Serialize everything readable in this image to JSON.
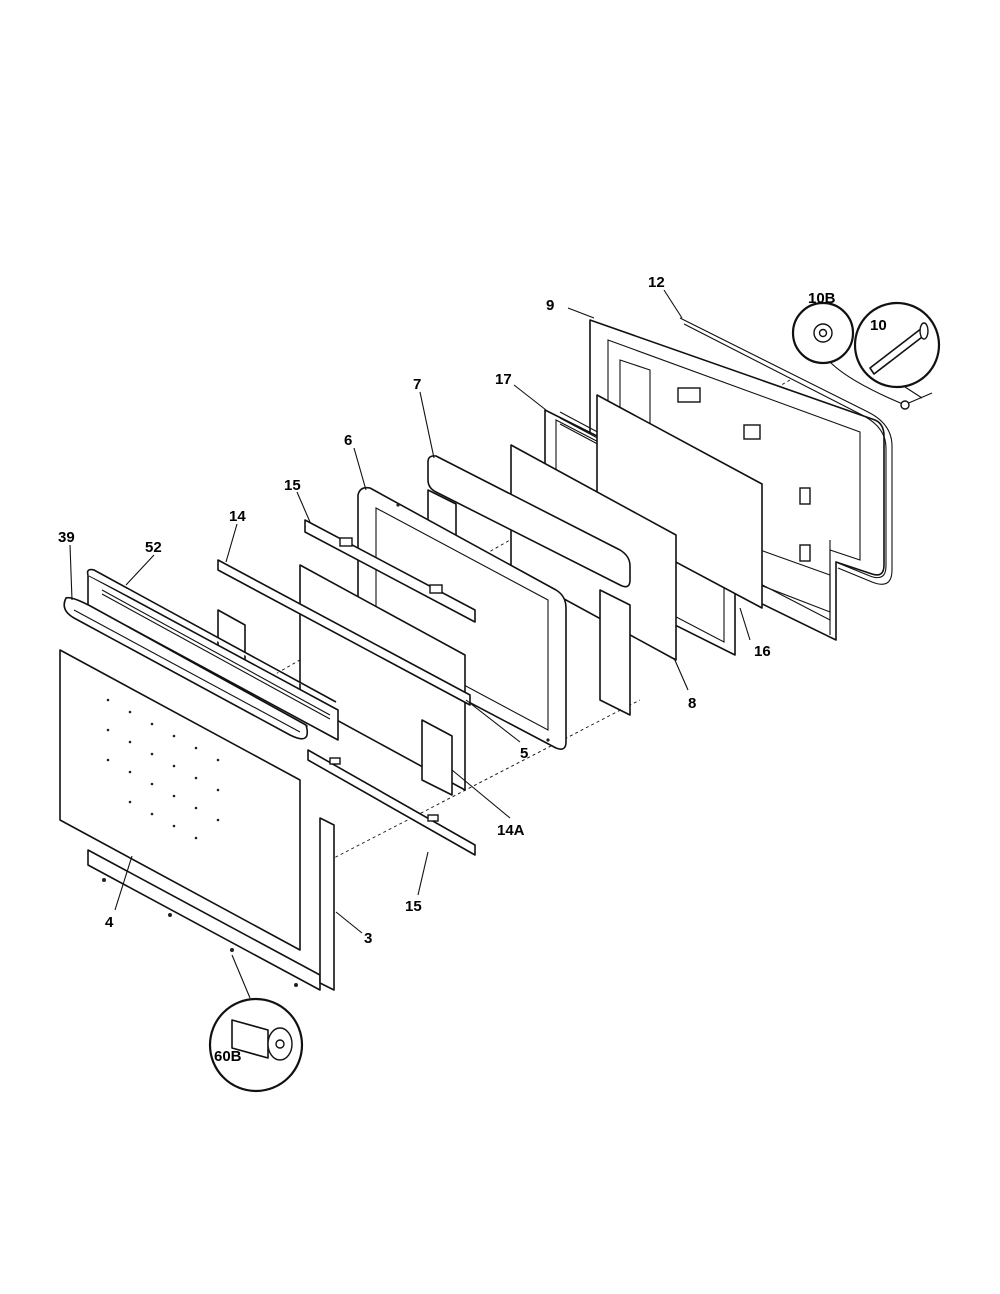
{
  "callouts": {
    "c3": "3",
    "c4": "4",
    "c5": "5",
    "c6": "6",
    "c7": "7",
    "c8": "8",
    "c9": "9",
    "c10": "10",
    "c10b": "10B",
    "c12": "12",
    "c14": "14",
    "c14a": "14A",
    "c15a": "15",
    "c15b": "15",
    "c16": "16",
    "c17": "17",
    "c39": "39",
    "c52": "52",
    "c60b": "60B"
  }
}
